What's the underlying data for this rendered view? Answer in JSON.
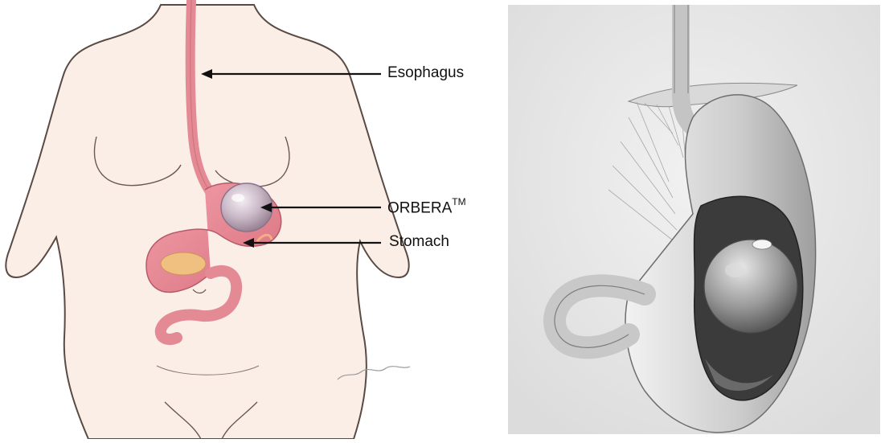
{
  "left_figure": {
    "labels": {
      "esophagus": "Esophagus",
      "orbera": "ORBERA",
      "orbera_superscript": "TM",
      "stomach": "Stomach"
    },
    "colors": {
      "skin_outline": "#5a4a44",
      "skin_fill": "#fbeee7",
      "esophagus": "#e48a94",
      "stomach": "#e98592",
      "balloon": "#c9bcc6",
      "pointer_line": "#111111"
    }
  },
  "right_figure": {
    "colors": {
      "background": "#e6e6e6",
      "stomach_wall": "#cfcfcf",
      "interior": "#3b3b3b",
      "balloon": "#9a9a9a"
    }
  }
}
